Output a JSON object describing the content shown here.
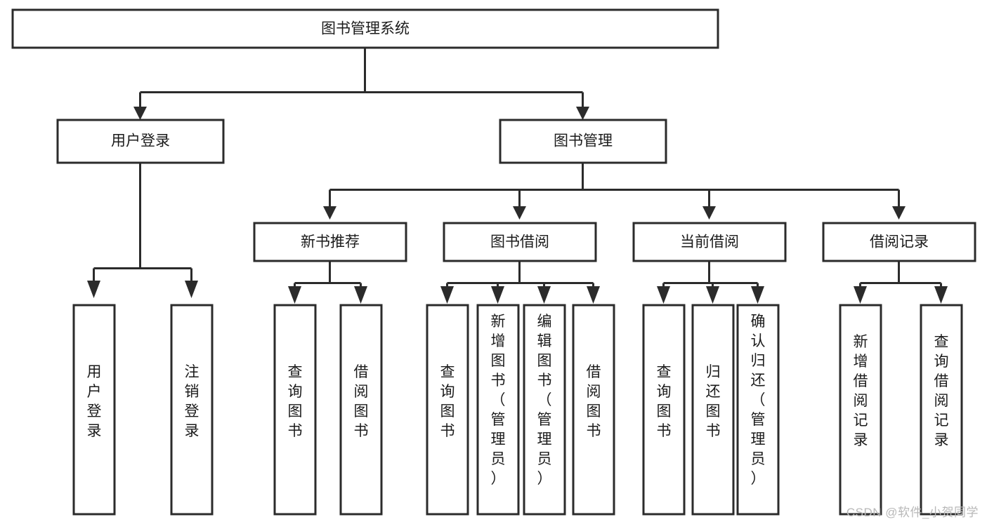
{
  "diagram": {
    "title": "图书管理系统",
    "type": "tree-hierarchy-diagram",
    "colors": {
      "stroke": "#2b2b2b",
      "box_fill": "#ffffff",
      "text": "#1b1b1b",
      "watermark": "#b8b8b8",
      "background": "#ffffff"
    },
    "root": {
      "label": "图书管理系统"
    },
    "level2": [
      {
        "label": "用户登录"
      },
      {
        "label": "图书管理"
      }
    ],
    "level3": [
      {
        "label": "新书推荐"
      },
      {
        "label": "图书借阅"
      },
      {
        "label": "当前借阅"
      },
      {
        "label": "借阅记录"
      }
    ],
    "leaves": {
      "user_login": [
        {
          "label": "用户登录"
        },
        {
          "label": "注销登录"
        }
      ],
      "new_book_recommend": [
        {
          "label": "查询图书"
        },
        {
          "label": "借阅图书"
        }
      ],
      "book_borrow": [
        {
          "label": "查询图书"
        },
        {
          "label": "新增图书（管理员）"
        },
        {
          "label": "编辑图书（管理员）"
        },
        {
          "label": "借阅图书"
        }
      ],
      "current_borrow": [
        {
          "label": "查询图书"
        },
        {
          "label": "归还图书"
        },
        {
          "label": "确认归还（管理员）"
        }
      ],
      "borrow_record": [
        {
          "label": "新增借阅记录"
        },
        {
          "label": "查询借阅记录"
        }
      ]
    }
  },
  "watermark": {
    "text": "CSDN @软件_小贺同学"
  }
}
